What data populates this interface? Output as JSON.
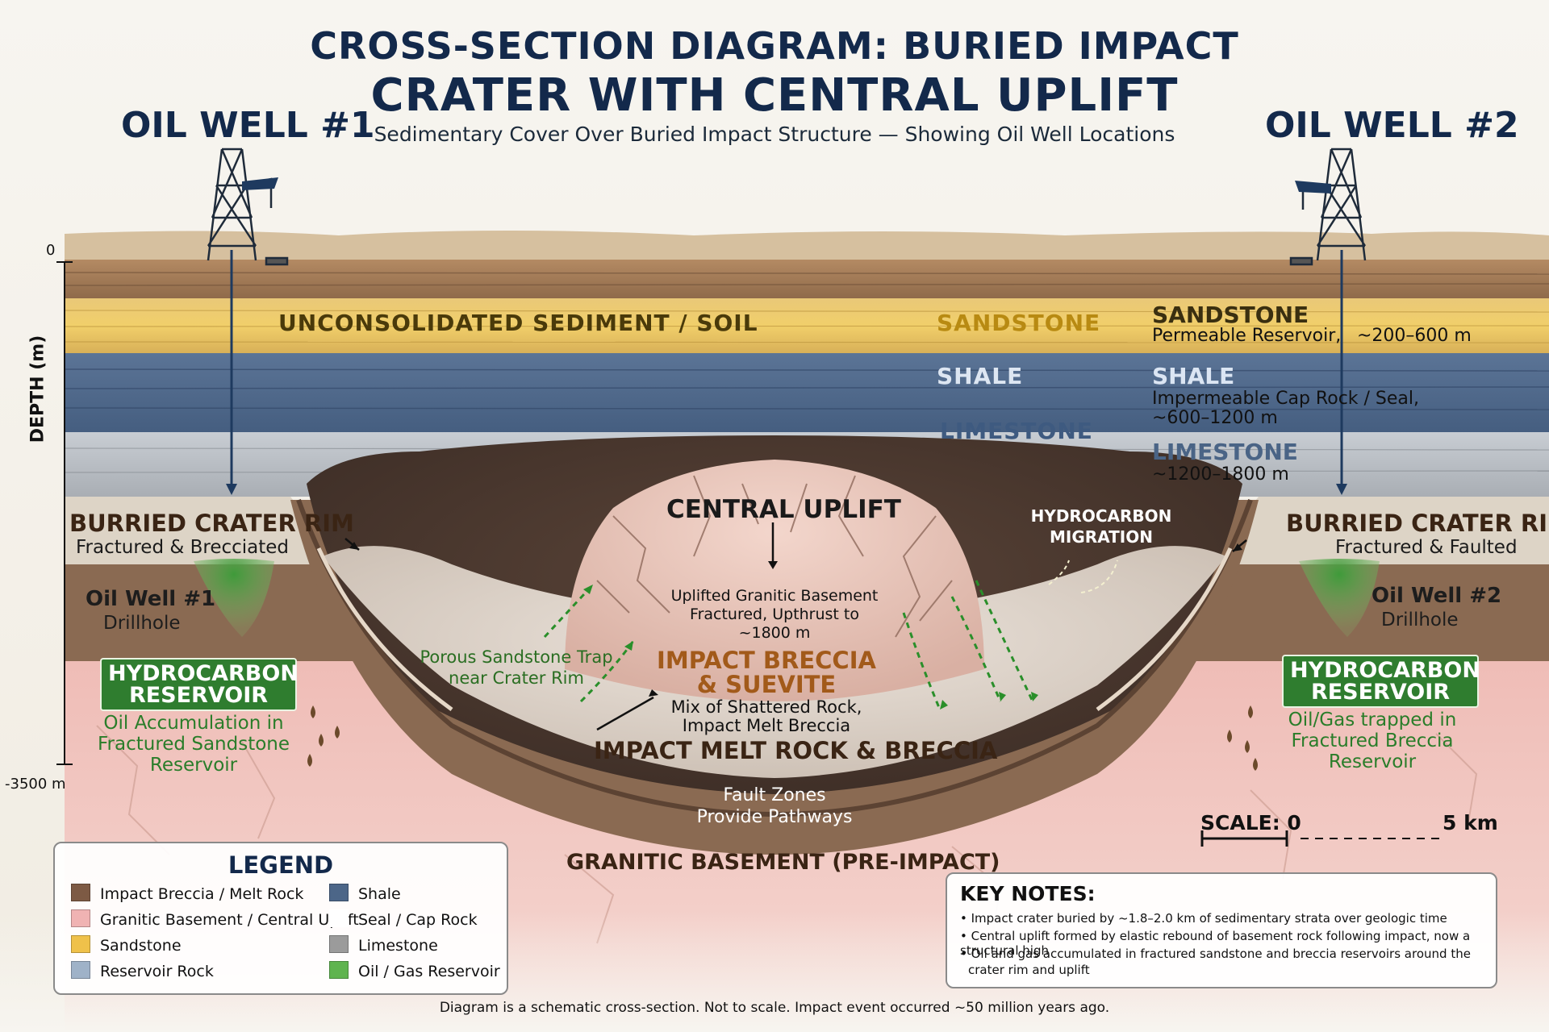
{
  "title_line1": "CROSS-SECTION DIAGRAM: BURIED IMPACT",
  "title_line2": "CRATER WITH CENTRAL UPLIFT",
  "subtitle": "Sedimentary Cover Over Buried Impact Structure — Showing Oil Well Locations",
  "well1": {
    "title": "OIL WELL #1",
    "label": "Oil Well #1",
    "sub": "Drillhole"
  },
  "well2": {
    "title": "OIL WELL #2",
    "label": "Oil Well #2",
    "sub": "Drillhole"
  },
  "axis": {
    "depth_label": "DEPTH (m)",
    "top": "0",
    "bottom": "-3500 m"
  },
  "layers": {
    "sediment": "UNCONSOLIDATED SEDIMENT / SOIL",
    "sandstone": "SANDSTONE",
    "shale": "SHALE",
    "limestone": "LIMESTONE"
  },
  "side_labels": {
    "sandstone_head": "SANDSTONE",
    "sandstone_sub": "Permeable Reservoir,",
    "sandstone_range": "~200–600 m",
    "shale_head": "SHALE",
    "shale_sub1": "Impermeable Cap Rock / Seal,",
    "shale_sub2": "~600–1200 m",
    "limestone_head": "LIMESTONE",
    "limestone_sub": "~1200–1800 m"
  },
  "rim_left": {
    "head": "BURRIED CRATER RIM",
    "sub": "Fractured & Brecciated"
  },
  "rim_right": {
    "head": "BURRIED CRATER RIM",
    "sub": "Fractured & Faulted"
  },
  "reservoir_left": {
    "head1": "HYDROCARBON",
    "head2": "RESERVOIR",
    "sub1": "Oil Accumulation in",
    "sub2": "Fractured Sandstone",
    "sub3": "Reservoir"
  },
  "reservoir_right": {
    "head1": "HYDROCARBON",
    "head2": "RESERVOIR",
    "sub1": "Oil/Gas trapped in",
    "sub2": "Fractured Breccia",
    "sub3": "Reservoir"
  },
  "central": {
    "head": "CENTRAL UPLIFT",
    "sub1": "Uplifted Granitic Basement",
    "sub2": "Fractured, Upthrust to",
    "sub3": "~1800 m"
  },
  "breccia": {
    "head1": "IMPACT BRECCIA",
    "head2": "& SUEVITE",
    "sub1": "Mix of Shattered Rock,",
    "sub2": "Impact Melt Breccia"
  },
  "melt": "IMPACT MELT ROCK & BRECCIA",
  "trap": {
    "line1": "Porous Sandstone Trap",
    "line2": "near Crater Rim"
  },
  "migration": {
    "line1": "HYDROCARBON",
    "line2": "MIGRATION"
  },
  "fault": {
    "line1": "Fault Zones",
    "line2": "Provide Pathways"
  },
  "basement": "GRANITIC BASEMENT (PRE-IMPACT)",
  "scale": {
    "label": "SCALE: 0",
    "end": "5 km"
  },
  "legend": {
    "title": "LEGEND",
    "items": [
      {
        "label": "Impact Breccia / Melt Rock",
        "color": "#7d5a44"
      },
      {
        "label": "Granitic Basement / Central Uplift",
        "color": "#f0b3b3"
      },
      {
        "label": "Sandstone",
        "color": "#efc14a"
      },
      {
        "label": "Reservoir Rock",
        "color": "#9fb2c8"
      },
      {
        "label": "Shale",
        "color": "#4c6688"
      },
      {
        "label": "Seal / Cap Rock",
        "color": "#ffffff"
      },
      {
        "label": "Limestone",
        "color": "#9b9b9b"
      },
      {
        "label": "Oil / Gas Reservoir",
        "color": "#5fb44f"
      }
    ]
  },
  "notes": {
    "title": "KEY NOTES:",
    "lines": [
      "• Impact crater buried by ~1.8–2.0 km of sedimentary strata over geologic time",
      "• Central uplift formed by elastic rebound of basement rock following impact, now a structural high",
      "• Oil and gas accumulated in fractured sandstone and breccia reservoirs around the",
      "crater rim and uplift"
    ]
  },
  "footer": "Diagram is a schematic cross-section. Not to scale. Impact event occurred ~50 million years ago."
}
